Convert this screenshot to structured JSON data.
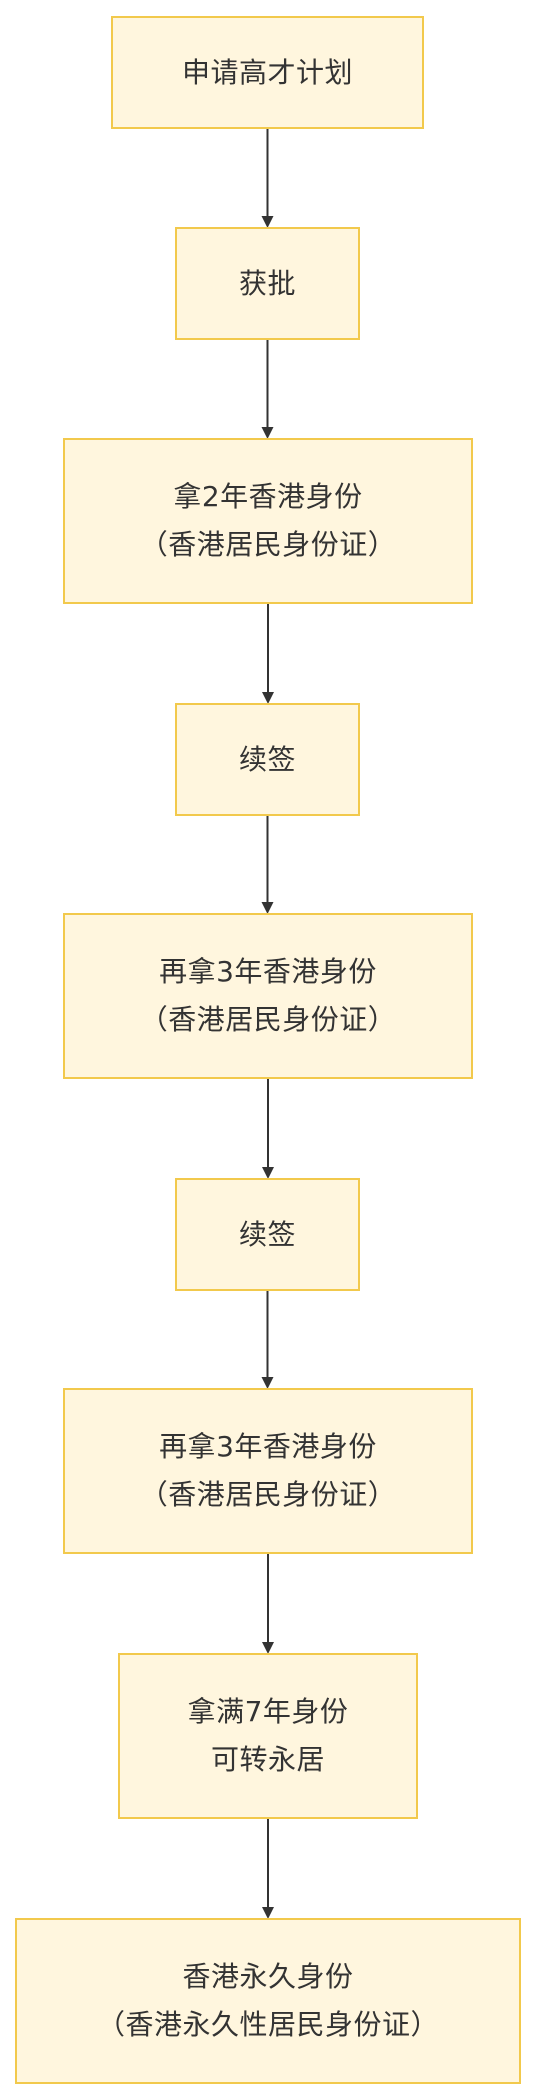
{
  "flow": {
    "nodes": [
      {
        "id": "n1",
        "lines": [
          "申请高才计划"
        ]
      },
      {
        "id": "n2",
        "lines": [
          "获批"
        ]
      },
      {
        "id": "n3",
        "lines": [
          "拿2年香港身份",
          "（香港居民身份证）"
        ]
      },
      {
        "id": "n4",
        "lines": [
          "续签"
        ]
      },
      {
        "id": "n5",
        "lines": [
          "再拿3年香港身份",
          "（香港居民身份证）"
        ]
      },
      {
        "id": "n6",
        "lines": [
          "续签"
        ]
      },
      {
        "id": "n7",
        "lines": [
          "再拿3年香港身份",
          "（香港居民身份证）"
        ]
      },
      {
        "id": "n8",
        "lines": [
          "拿满7年身份",
          "可转永居"
        ]
      },
      {
        "id": "n9",
        "lines": [
          "香港永久身份",
          "（香港永久性居民身份证）"
        ]
      }
    ],
    "edges": [
      {
        "from": "n1",
        "to": "n2"
      },
      {
        "from": "n2",
        "to": "n3"
      },
      {
        "from": "n3",
        "to": "n4"
      },
      {
        "from": "n4",
        "to": "n5"
      },
      {
        "from": "n5",
        "to": "n6"
      },
      {
        "from": "n6",
        "to": "n7"
      },
      {
        "from": "n7",
        "to": "n8"
      },
      {
        "from": "n8",
        "to": "n9"
      }
    ]
  },
  "colors": {
    "node_fill": "#fff6de",
    "node_border": "#f2c94c",
    "text": "#333333",
    "connector": "#333333"
  }
}
